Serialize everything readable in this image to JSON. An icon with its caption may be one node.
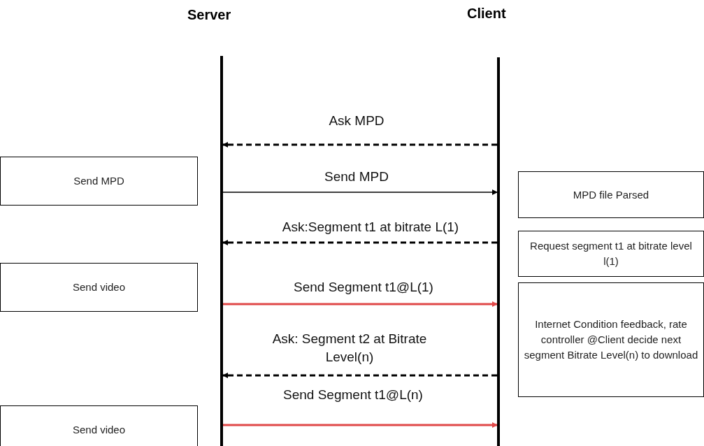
{
  "diagram": {
    "nodes": [
      {
        "text": [],
        "shape": "bar"
      },
      {
        "text": [],
        "shape": "bar"
      },
      {
        "text": [
          "Send MPD"
        ]
      },
      {
        "text": [
          "MPD  file Parsed"
        ]
      },
      {
        "text": [
          "Request segment t1 at bitrate level l(1)"
        ]
      },
      {
        "text": [
          "Send video"
        ]
      },
      {
        "text": [
          "Internet Condition feedback, rate controller @Client decide next segment Bitrate Level(n) to download"
        ]
      },
      {
        "text": [
          "Send video"
        ]
      }
    ],
    "edges": [
      {
        "from": 1,
        "to": 0,
        "arrow": "to",
        "label": "Ask MPD",
        "style": "dashed"
      },
      {
        "from": 0,
        "to": 1,
        "arrow": "to",
        "label": "Send MPD"
      },
      {
        "from": 1,
        "to": 0,
        "arrow": "to",
        "label": "Ask:Segment t1 at bitrate L(1)",
        "style": "dashed"
      },
      {
        "from": 0,
        "to": 1,
        "arrow": "to",
        "label": "Send Segment t1@L(1)",
        "color": "#e04848"
      },
      {
        "from": 1,
        "to": 0,
        "arrow": "to",
        "label": "Ask: Segment t2 at Bitrate Level(n)",
        "style": "dashed"
      },
      {
        "from": 0,
        "to": 1,
        "arrow": "to",
        "label": "Send Segment t1@L(n)",
        "color": "#e04848"
      }
    ],
    "labels": [
      "Server",
      "Client"
    ]
  }
}
